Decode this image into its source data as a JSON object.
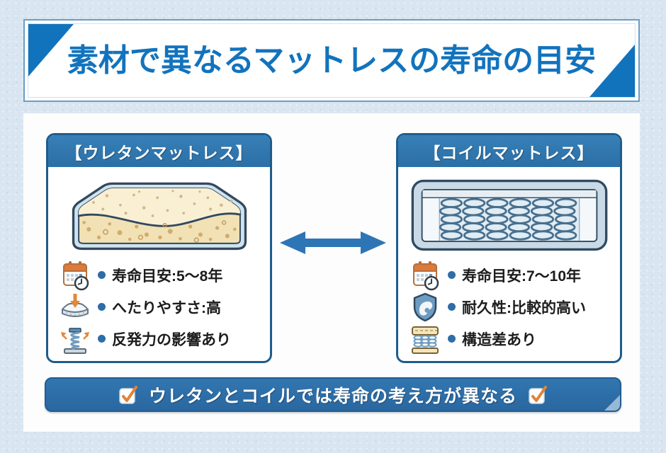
{
  "title": {
    "text": "素材で異なるマットレスの寿命の目安"
  },
  "panels": {
    "urethane": {
      "header": "【ウレタンマットレス】",
      "illustration": "urethane-foam-mattress",
      "items": [
        {
          "icon": "calendar-clock-icon",
          "text": "寿命目安:5〜8年"
        },
        {
          "icon": "mattress-sag-icon",
          "text": "へたりやすさ:高"
        },
        {
          "icon": "spring-rebound-icon",
          "text": "反発力の影響あり"
        }
      ]
    },
    "coil": {
      "header": "【コイルマットレス】",
      "illustration": "coil-spring-mattress",
      "items": [
        {
          "icon": "calendar-clock-icon",
          "text": "寿命目安:7〜10年"
        },
        {
          "icon": "shield-strength-icon",
          "text": "耐久性:比較的高い"
        },
        {
          "icon": "coil-structure-icon",
          "text": "構造差あり"
        }
      ]
    }
  },
  "footer": {
    "text": "ウレタンとコイルでは寿命の考え方が異なる"
  },
  "colors": {
    "background": "#d9e6f1",
    "title_blue": "#1273bd",
    "panel_header_blue": "#2e74ad",
    "panel_border_blue": "#1e5c8c",
    "footer_blue": "#2d6ca6",
    "arrow_blue": "#2e75b5",
    "bullet_blue": "#2d6da8",
    "accent_orange": "#e0833a",
    "foam_cream": "#f6e9c2",
    "coil_blue_gray": "#47708f"
  }
}
